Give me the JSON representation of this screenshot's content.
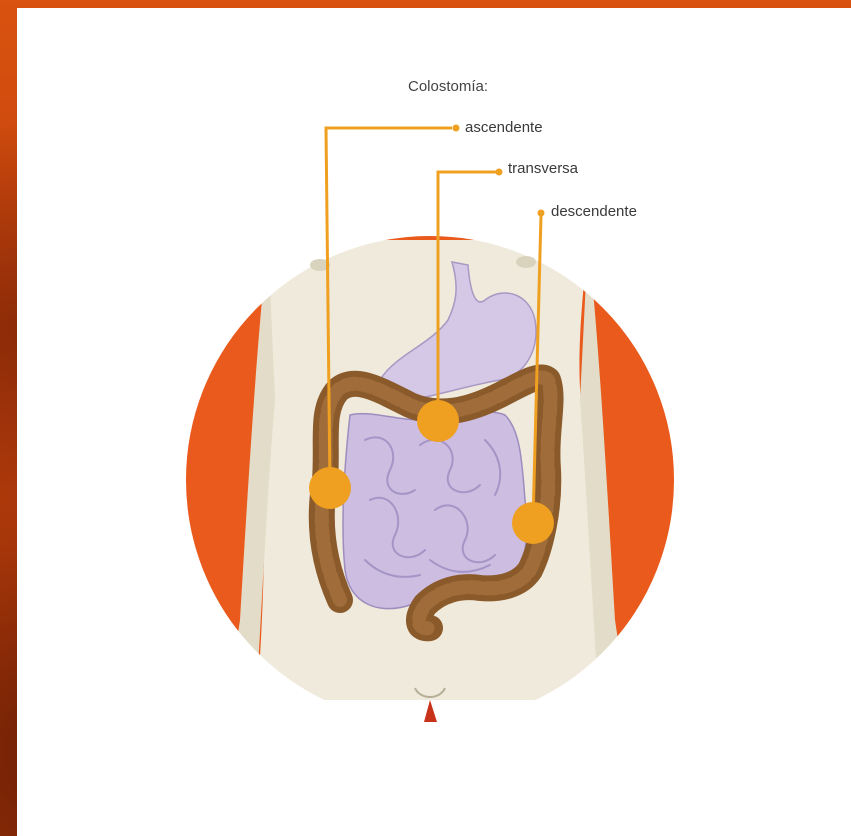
{
  "diagram": {
    "title": "Colostomía:",
    "labels": {
      "ascending": "ascendente",
      "transverse": "transversa",
      "descending": "descendente"
    }
  },
  "colors": {
    "accent": "#f0a020",
    "circle_orange": "#e95a1c",
    "skin": "#efe9d8",
    "colon": "#8a5a2b",
    "small_intestine": "#cdbde0",
    "background": "#c43d0c"
  }
}
